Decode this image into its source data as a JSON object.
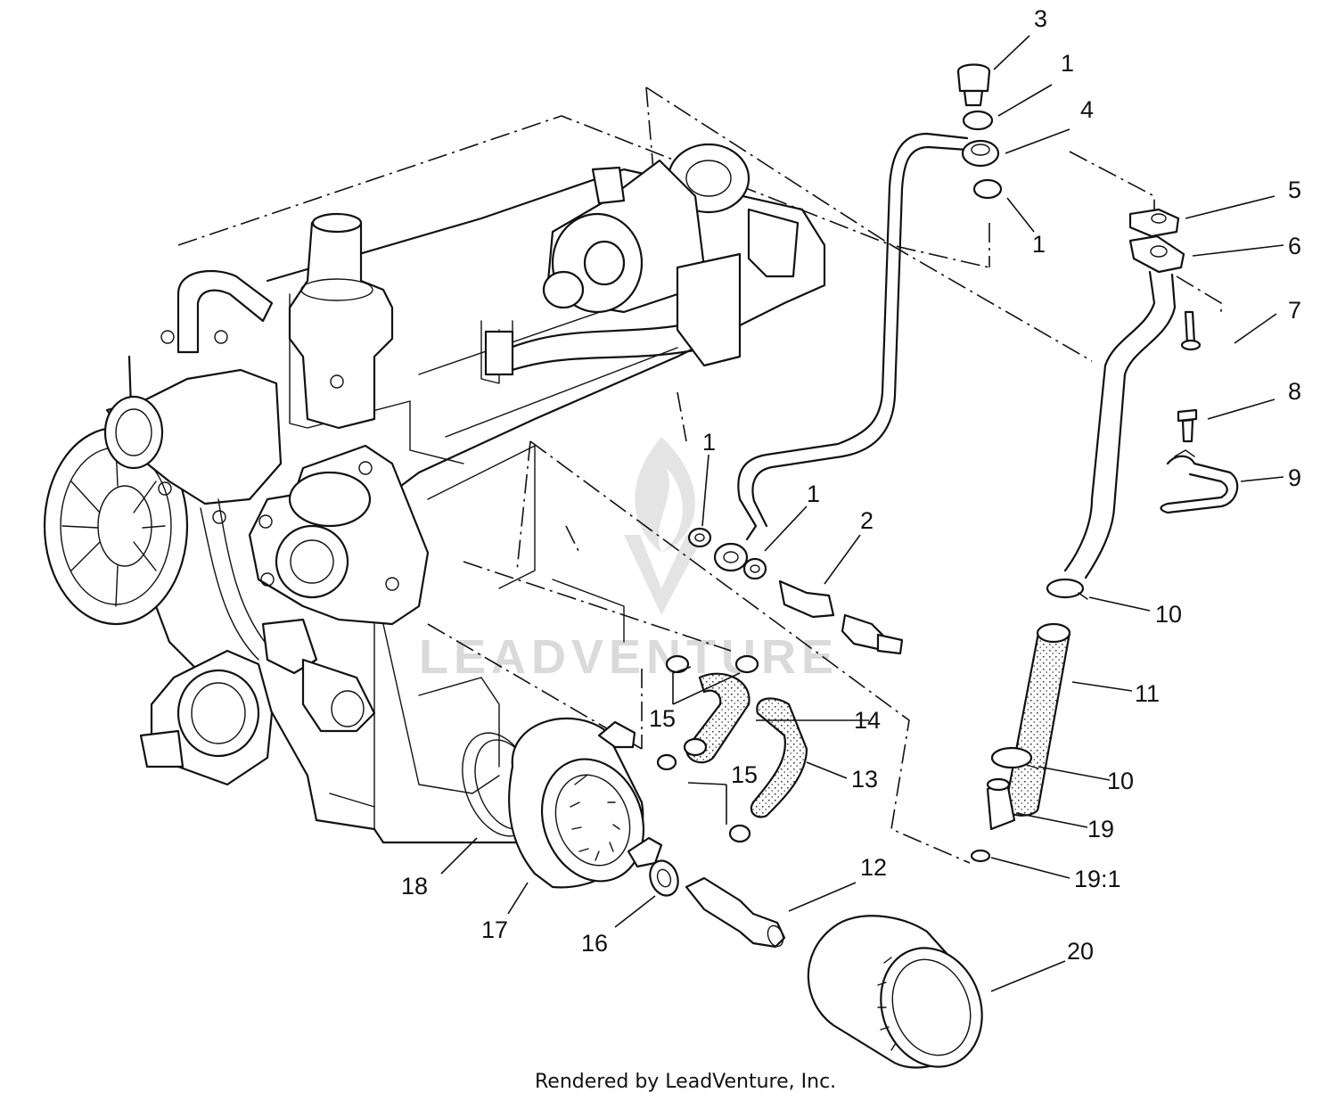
{
  "credit": "Rendered by LeadVenture, Inc.",
  "watermark": "LEADVENTURE",
  "callouts": [
    "3",
    "1",
    "4",
    "1",
    "5",
    "6",
    "7",
    "8",
    "9",
    "1",
    "1",
    "2",
    "10",
    "11",
    "10",
    "19",
    "19:1",
    "15",
    "14",
    "15",
    "13",
    "12",
    "20",
    "18",
    "17",
    "16"
  ]
}
